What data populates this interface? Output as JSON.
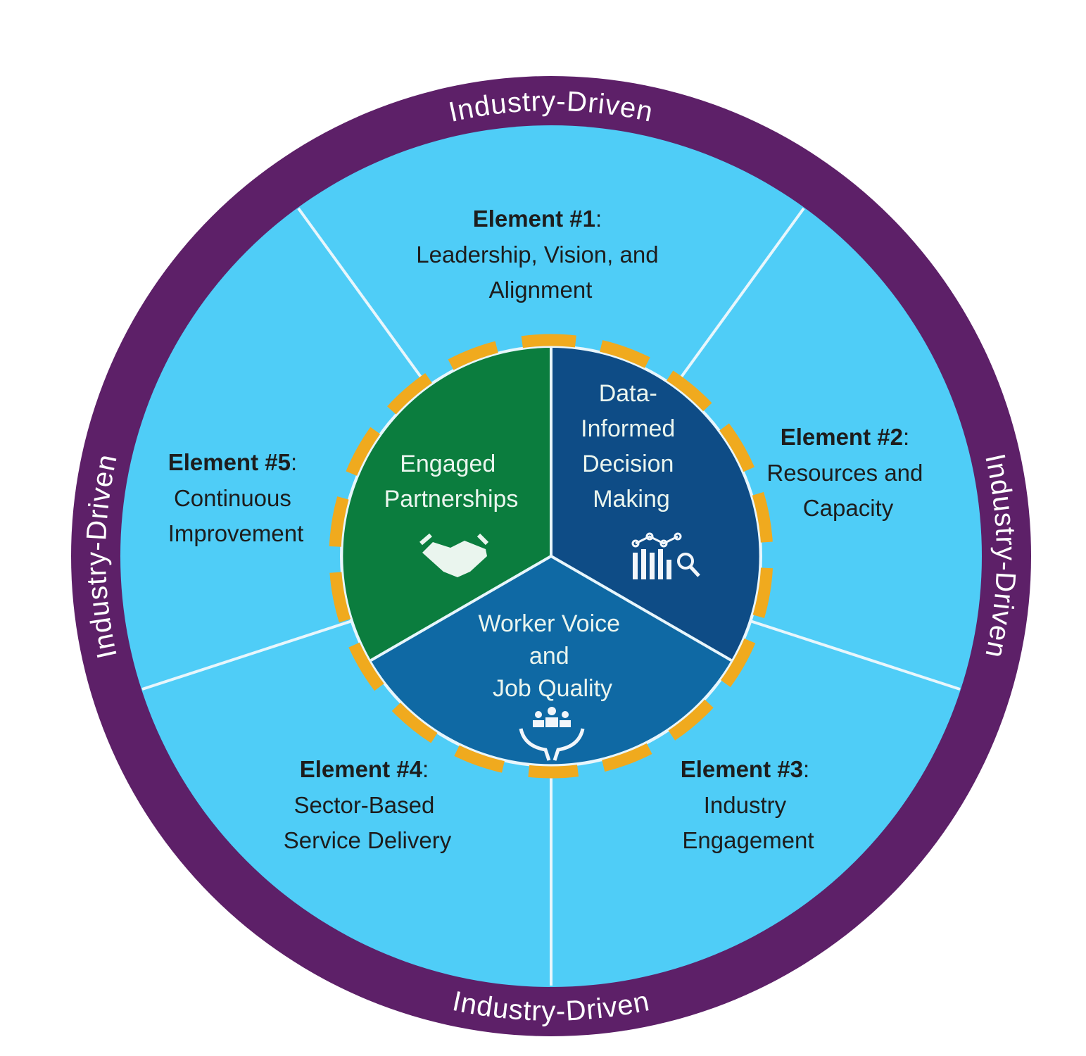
{
  "ring_label": "Industry-Driven",
  "ring_labels": [
    "Industry-Driven",
    "Industry-Driven",
    "Industry-Driven",
    "Industry-Driven"
  ],
  "elements": [
    {
      "title": "Element #1",
      "lines": [
        "Leadership, Vision, and",
        "Alignment"
      ]
    },
    {
      "title": "Element #2",
      "lines": [
        "Resources and",
        "Capacity"
      ]
    },
    {
      "title": "Element #3",
      "lines": [
        "Industry",
        "Engagement"
      ]
    },
    {
      "title": "Element #4",
      "lines": [
        "Sector-Based",
        "Service Delivery"
      ]
    },
    {
      "title": "Element #5",
      "lines": [
        "Continuous",
        "Improvement"
      ]
    }
  ],
  "core": [
    {
      "lines": [
        "Engaged",
        "Partnerships"
      ],
      "icon": "handshake-icon"
    },
    {
      "lines": [
        "Data-",
        "Informed",
        "Decision",
        "Making"
      ],
      "icon": "data-analysis-icon"
    },
    {
      "lines": [
        "Worker Voice",
        "and",
        "Job Quality"
      ],
      "icon": "people-in-hands-icon"
    }
  ],
  "colors": {
    "purple": "#5d2068",
    "light_blue": "#4fcdf7",
    "green": "#0b7d3e",
    "dark_blue": "#0e4c86",
    "mid_blue": "#0f69a4",
    "orange": "#f0aa1e"
  }
}
